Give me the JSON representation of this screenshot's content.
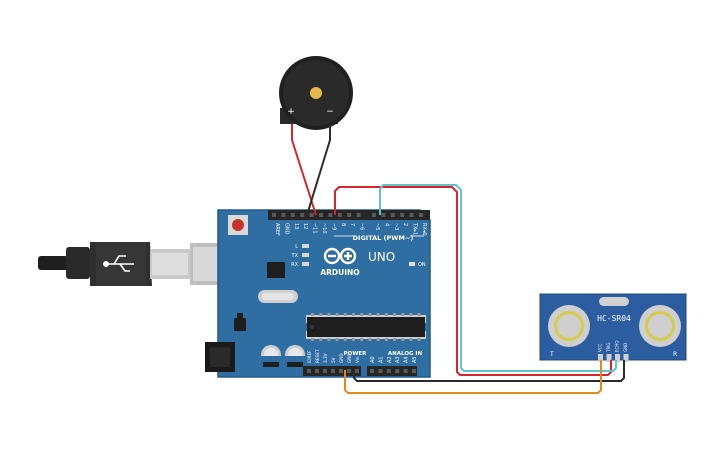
{
  "arduino": {
    "logo_text": "ARDUINO",
    "model": "UNO",
    "digital_header_label": "DIGITAL (PWM~)",
    "power_label": "POWER",
    "analog_label": "ANALOG IN",
    "top_pin_labels": [
      "AREF",
      "GND",
      "13",
      "12",
      "~11",
      "~10",
      "~9",
      "8",
      "7",
      "~6",
      "~5",
      "4",
      "~3",
      "2",
      "TX▸1",
      "RX◂0"
    ],
    "power_pin_labels": [
      "IOREF",
      "RESET",
      "3.3V",
      "5V",
      "GND",
      "GND",
      "Vin"
    ],
    "analog_pin_labels": [
      "A0",
      "A1",
      "A2",
      "A3",
      "A4",
      "A5"
    ],
    "led_labels": [
      "L",
      "TX",
      "RX"
    ],
    "on_label": "ON"
  },
  "buzzer": {
    "plus": "+",
    "minus": "−"
  },
  "sensor": {
    "name": "HC-SR04",
    "pin_labels": [
      "VCC",
      "TRIG",
      "ECHO",
      "GND"
    ],
    "left_mark": "T",
    "right_mark": "R"
  },
  "colors": {
    "board": "#2f6ea3",
    "wire_red": "#d6262b",
    "wire_black": "#2b2b2b",
    "wire_cyan": "#5fc3d0",
    "wire_orange": "#e58a17"
  }
}
